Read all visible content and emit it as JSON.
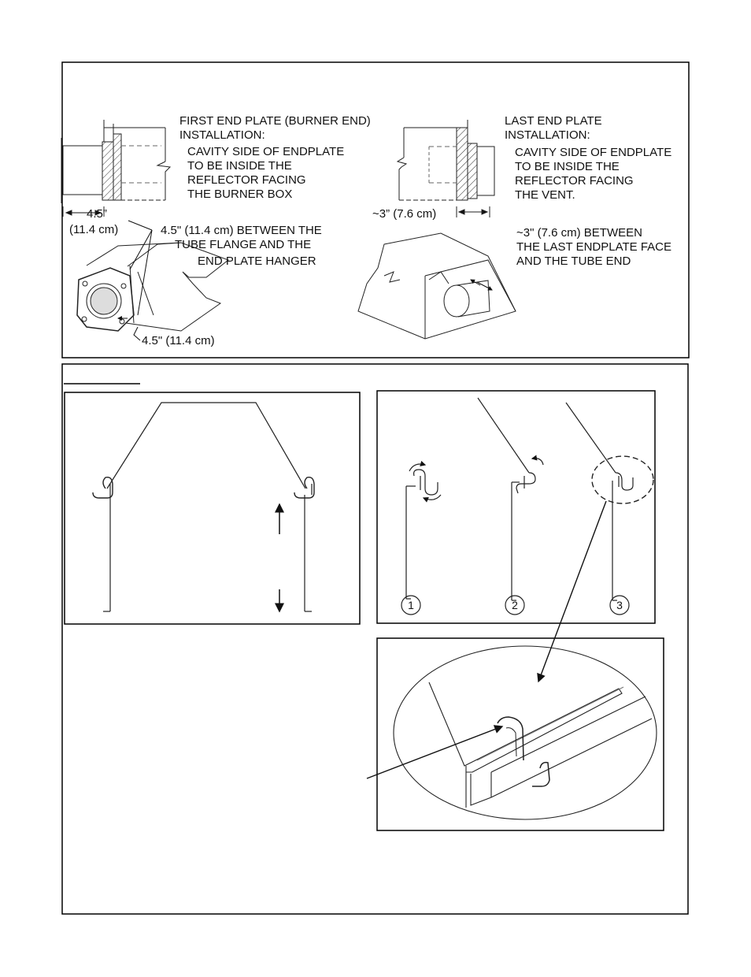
{
  "top_panel": {
    "first_plate": {
      "title_line1": "FIRST END PLATE (BURNER END)",
      "title_line2": "INSTALLATION:",
      "note_line1": "CAVITY SIDE OF ENDPLATE",
      "note_line2": "TO BE INSIDE THE",
      "note_line3": "REFLECTOR FACING",
      "note_line4": "THE BURNER BOX",
      "dim_in": "4.5”",
      "dim_cm": "(11.4 cm)",
      "between_line1": "4.5\" (11.4 cm) BETWEEN THE",
      "between_line2": "TUBE FLANGE AND THE",
      "between_line3": "END PLATE HANGER",
      "bottom_dim": "4.5\" (11.4 cm)"
    },
    "last_plate": {
      "title_line1": "LAST END  PLATE",
      "title_line2": "INSTALLATION:",
      "note_line1": "CAVITY SIDE OF ENDPLATE",
      "note_line2": "TO BE INSIDE THE",
      "note_line3": "REFLECTOR FACING",
      "note_line4": "THE VENT.",
      "dim": "~3” (7.6 cm)",
      "between_line1": "~3\" (7.6 cm) BETWEEN",
      "between_line2": "THE LAST ENDPLATE FACE",
      "between_line3": "AND THE TUBE END"
    }
  },
  "bottom_panel": {
    "steps": [
      "1",
      "2",
      "3"
    ]
  }
}
